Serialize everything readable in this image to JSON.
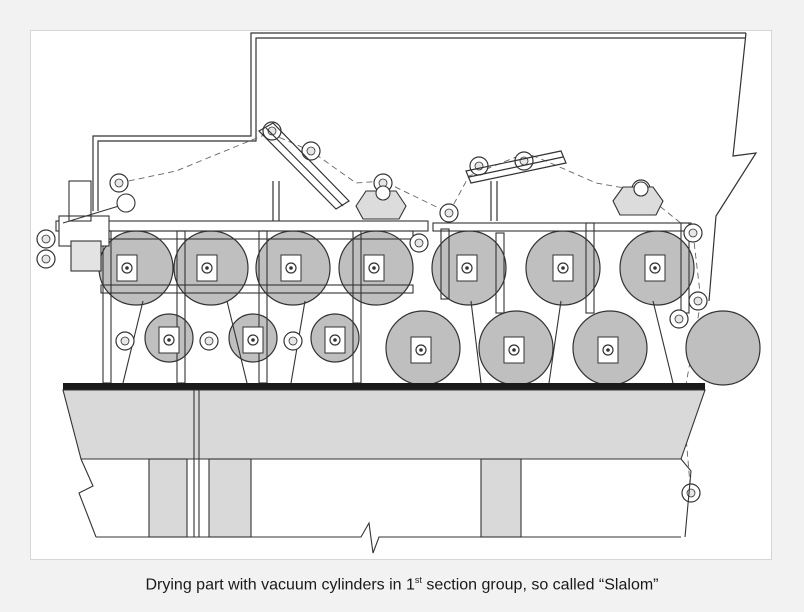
{
  "caption": {
    "prefix": "Drying part with vacuum cylinders in 1",
    "superscript": "st",
    "suffix": " section group, so called “Slalom”"
  },
  "colors": {
    "cylinder_fill": "#bfbfbf",
    "foundation_fill": "#d9d9d9",
    "line": "#333333",
    "floor": "#1a1a1a",
    "background": "#f2f2f2"
  }
}
